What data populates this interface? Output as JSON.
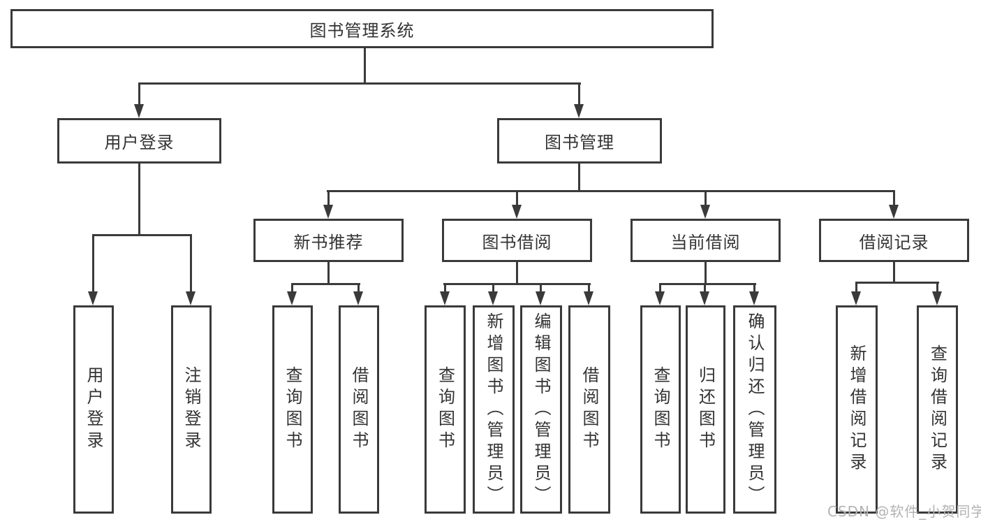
{
  "colors": {
    "line": "#3a3a3a",
    "text": "#333333",
    "watermark": "#b3b3b3",
    "background": "#ffffff"
  },
  "watermark": "CSDN @软件_小贺同学",
  "tree": {
    "label": "图书管理系统",
    "children": [
      {
        "label": "用户登录",
        "children": [
          {
            "label": "用户登录"
          },
          {
            "label": "注销登录"
          }
        ]
      },
      {
        "label": "图书管理",
        "children": [
          {
            "label": "新书推荐",
            "children": [
              {
                "label": "查询图书"
              },
              {
                "label": "借阅图书"
              }
            ]
          },
          {
            "label": "图书借阅",
            "children": [
              {
                "label": "查询图书"
              },
              {
                "label": "新增图书（管理员）"
              },
              {
                "label": "编辑图书（管理员）"
              },
              {
                "label": "借阅图书"
              }
            ]
          },
          {
            "label": "当前借阅",
            "children": [
              {
                "label": "查询图书"
              },
              {
                "label": "归还图书"
              },
              {
                "label": "确认归还（管理员）"
              }
            ]
          },
          {
            "label": "借阅记录",
            "children": [
              {
                "label": "新增借阅记录"
              },
              {
                "label": "查询借阅记录"
              }
            ]
          }
        ]
      }
    ]
  }
}
